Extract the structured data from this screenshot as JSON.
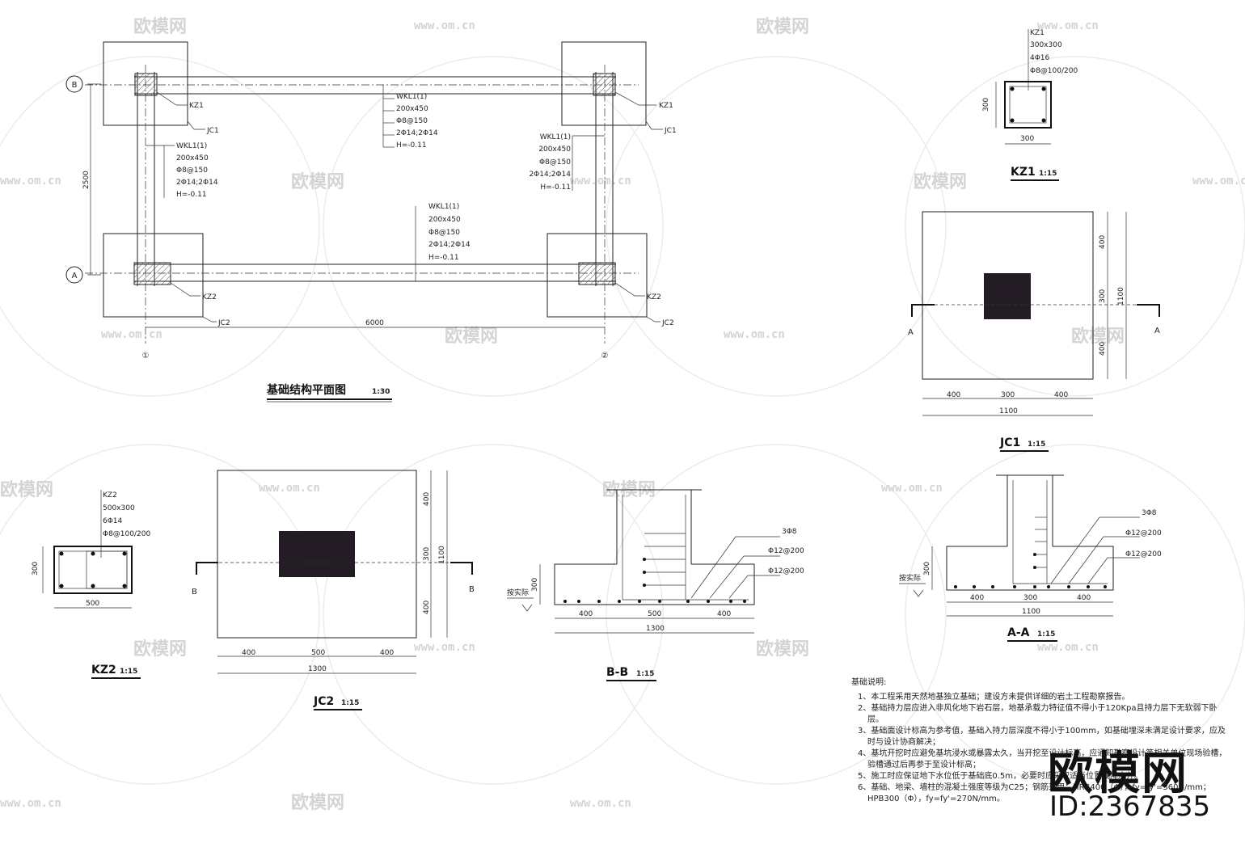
{
  "plan": {
    "title": "基础结构平面图",
    "scale": "1:30",
    "axes": {
      "B": "B",
      "A": "A",
      "one": "①",
      "two": "②"
    },
    "dims": {
      "span_x": "6000",
      "span_y": "2500"
    },
    "labels": {
      "kz1": "KZ1",
      "kz2": "KZ2",
      "jc1": "JC1",
      "jc2": "JC2"
    },
    "beam": [
      "WKL1(1)",
      "200x450",
      "Φ8@150",
      "2Φ14;2Φ14",
      "H=-0.11"
    ]
  },
  "kz1": {
    "title": "KZ1",
    "scale": "1:15",
    "spec": [
      "KZ1",
      "300x300",
      "4Φ16",
      "Φ8@100/200"
    ],
    "dim_w": "300",
    "dim_h": "300"
  },
  "jc1": {
    "title": "JC1",
    "scale": "1:15",
    "dims_x": [
      "400",
      "300",
      "400"
    ],
    "total_x": "1100",
    "dims_y": [
      "400",
      "300",
      "400"
    ],
    "total_y": "1100",
    "section_mark": "A"
  },
  "kz2": {
    "title": "KZ2",
    "scale": "1:15",
    "spec": [
      "KZ2",
      "500x300",
      "6Φ14",
      "Φ8@100/200"
    ],
    "dim_w": "500",
    "dim_h": "300"
  },
  "jc2": {
    "title": "JC2",
    "scale": "1:15",
    "dims_x": [
      "400",
      "500",
      "400"
    ],
    "total_x": "1300",
    "dims_y": [
      "400",
      "300",
      "400"
    ],
    "total_y": "1100",
    "section_mark": "B"
  },
  "bb": {
    "title": "B-B",
    "scale": "1:15",
    "rebar": [
      "3Φ8",
      "Φ12@200",
      "Φ12@200"
    ],
    "dims_x": [
      "400",
      "500",
      "400"
    ],
    "total_x": "1300",
    "height": "300",
    "ground": "按实际"
  },
  "aa": {
    "title": "A-A",
    "scale": "1:15",
    "rebar": [
      "3Φ8",
      "Φ12@200",
      "Φ12@200"
    ],
    "dims_x": [
      "400",
      "300",
      "400"
    ],
    "total_x": "1100",
    "height": "300",
    "ground": "按实际"
  },
  "notes": {
    "header": "基础说明:",
    "items": [
      "1、本工程采用天然地基独立基础；建设方未提供详细的岩土工程勘察报告。",
      "2、基础持力层应进入非风化地下岩石层，地基承载力特征值不得小于120Kpa且持力层下无软弱下卧层。",
      "3、基础面设计标高为参考值，基础入持力层深度不得小于100mm，如基础埋深未满足设计要求，应及时与设计协商解决；",
      "4、基坑开挖时应避免基坑浸水或暴露太久，当开挖至设计标高，应通知勘察设计等相关单位现场验槽，验槽通过后再参于至设计标高；",
      "5、施工时应保证地下水位低于基础底0.5m，必要时应采取适当位置或降水井。",
      "6、基础、地梁、墙柱的混凝土强度等级为C25；钢筋采用：HRB400（Φ），fy=fy'=360N/mm；HPB300（Φ），fy=fy'=270N/mm。"
    ]
  },
  "watermark": {
    "brand": "欧模网",
    "url": "www.om.cn",
    "id": "ID:2367835"
  }
}
